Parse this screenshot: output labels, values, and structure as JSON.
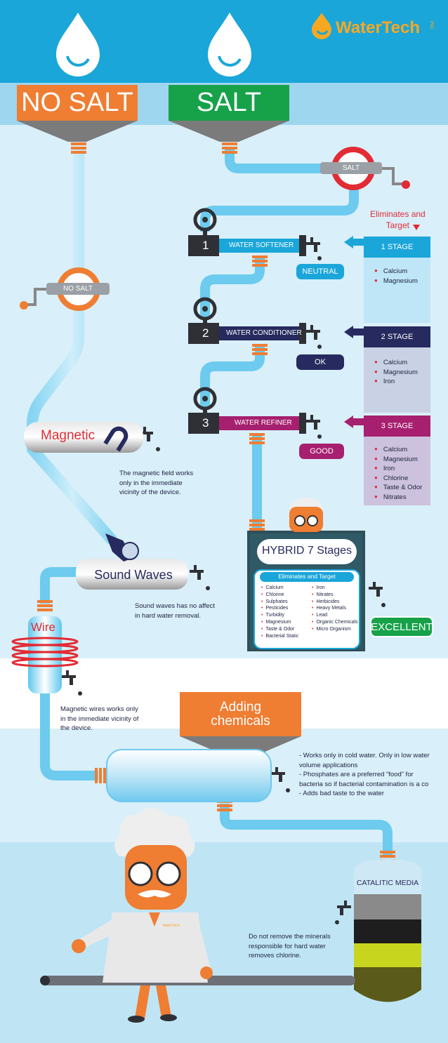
{
  "brand": {
    "name": "WaterTech",
    "suffix": "INC"
  },
  "drops": {
    "left_label": "WATER",
    "right_label": "WATER"
  },
  "headers": {
    "no_salt": "NO SALT",
    "salt": "SALT"
  },
  "signs": {
    "salt": "SALT",
    "no_salt": "NO SALT"
  },
  "eliminates_header": {
    "line1": "Eliminates and",
    "line2": "Target"
  },
  "stages": [
    {
      "number": "1",
      "name": "WATER SOFTENER",
      "rating": "NEUTRAL",
      "stage_label": "1 STAGE",
      "targets": [
        "Calcium",
        "Magnesium"
      ]
    },
    {
      "number": "2",
      "name": "WATER CONDITIONER",
      "rating": "OK",
      "stage_label": "2 STAGE",
      "targets": [
        "Calcium",
        "Magnesium",
        "Iron"
      ]
    },
    {
      "number": "3",
      "name": "WATER REFINER",
      "rating": "GOOD",
      "stage_label": "3 STAGE",
      "targets": [
        "Calcium",
        "Magnesium",
        "Iron",
        "Chlorine",
        "Taste & Odor",
        "Nitrates"
      ]
    }
  ],
  "hybrid": {
    "title": "HYBRID 7 Stages",
    "subtitle": "Eliminates and Target",
    "col1": [
      "Calcium",
      "Chlorine",
      "Sulphates",
      "Pesticides",
      "Turbidity",
      "Magnesium",
      "Taste & Odor",
      "Bacterial Static"
    ],
    "col2": [
      "Iron",
      "Nitrates",
      "Herbicides",
      "Heavy Metals",
      "Lead",
      "Organic Chemicals",
      "Micro Organism"
    ],
    "rating": "EXCELLENT"
  },
  "magnetic": {
    "label": "Magnetic",
    "note": [
      "The magnetic field works",
      "only in the immediate",
      "vicinity of the device."
    ]
  },
  "sound": {
    "label": "Sound Waves",
    "note": [
      "Sound waves has no affect",
      "in hard water removal."
    ]
  },
  "wire": {
    "label": "Wire",
    "note": [
      "Magnetic wires works only",
      "in the immediate vicinity of",
      "the device."
    ]
  },
  "chemicals": {
    "label_line1": "Adding",
    "label_line2": "chemicals",
    "note": [
      "- Works only in cold water. Only in low water",
      "volume applications",
      "- Phosphates are a preferred “food” for",
      "bacteria so if bacterial contamination is a co",
      "- Adds bad taste to the water"
    ]
  },
  "catalytic": {
    "label": "CATALITIC MEDIA",
    "note": [
      "Do not remove the minerals",
      "responsible for hard water",
      "removes chlorine."
    ]
  },
  "professor": {
    "coat_brand": "WaterTech"
  },
  "colors": {
    "orange": "#ef7d32",
    "green": "#17a24a",
    "blue": "#1aa6d9",
    "navy": "#262a5e",
    "magenta": "#a6206f",
    "red": "#e22b34",
    "dark": "#1e2340"
  }
}
